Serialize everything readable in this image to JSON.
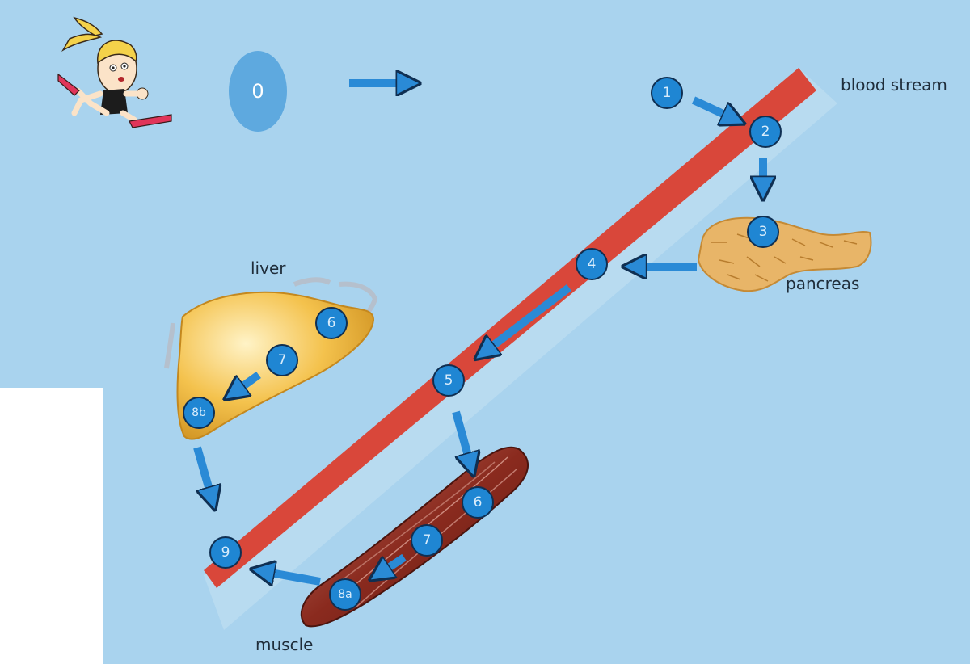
{
  "labels": {
    "blood_stream": "blood stream",
    "pancreas": "pancreas",
    "liver": "liver",
    "muscle": "muscle"
  },
  "steps": {
    "s0": "0",
    "s1": "1",
    "s2": "2",
    "s3": "3",
    "s4": "4",
    "s5": "5",
    "s6_liver": "6",
    "s7_liver": "7",
    "s8b": "8b",
    "s6_muscle": "6",
    "s7_muscle": "7",
    "s8a": "8a",
    "s9": "9"
  },
  "colors": {
    "background": "#a9d3ee",
    "blood_stream": "#d9473a",
    "step_fill": "#1f86d3",
    "arrow": "#2a8ad6"
  },
  "icons": [
    "runner-girl-icon",
    "pancreas-icon",
    "liver-icon",
    "muscle-icon"
  ]
}
